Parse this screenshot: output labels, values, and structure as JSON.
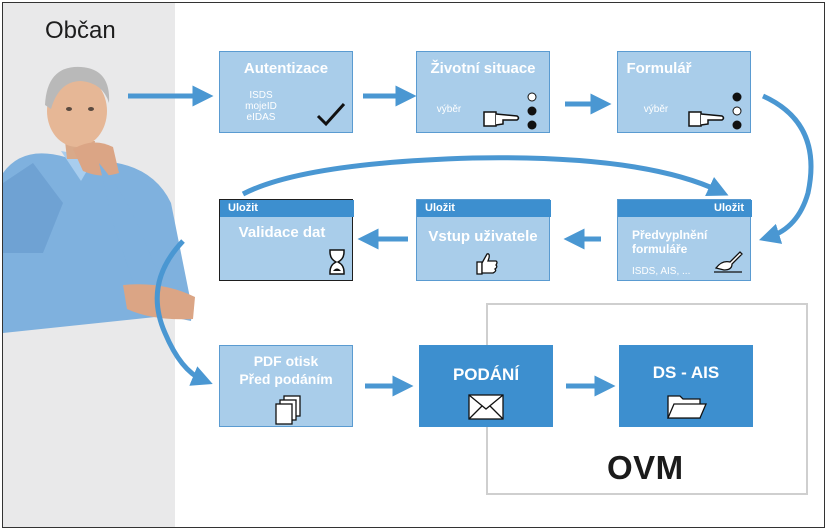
{
  "person": {
    "label": "Občan"
  },
  "boxes": {
    "autentizace": {
      "title": "Autentizace",
      "sub_lines": [
        "ISDS",
        "mojeID",
        "eIDAS"
      ]
    },
    "zivotni": {
      "title": "Životní situace",
      "sub": "výběr"
    },
    "formular": {
      "title": "Formulář",
      "sub": "výběr"
    },
    "predvyplneni": {
      "tab": "Uložit",
      "title_lines": [
        "Předvyplnění",
        "formuláře"
      ],
      "sub": "ISDS, AIS, ..."
    },
    "vstup": {
      "tab": "Uložit",
      "title": "Vstup uživatele"
    },
    "validace": {
      "tab": "Uložit",
      "title": "Validace dat"
    },
    "pdf": {
      "title_lines": [
        "PDF otisk",
        "Před podáním"
      ]
    },
    "podani": {
      "title": "PODÁNÍ"
    },
    "dsais": {
      "title": "DS - AIS"
    }
  },
  "ovm": {
    "label": "OVM"
  },
  "colors": {
    "box_light": "#a9cdea",
    "box_dark": "#3d8fcf",
    "arrow": "#4a97d2",
    "panel": "#e9e9ea"
  }
}
